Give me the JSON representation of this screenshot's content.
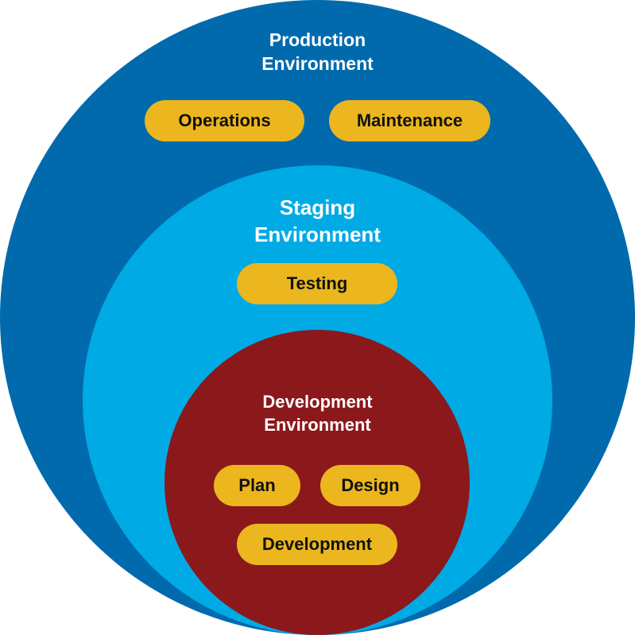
{
  "colors": {
    "production": "#006aad",
    "staging": "#00aae4",
    "development": "#8b181b",
    "pill": "#ebb61e",
    "title_text": "#ffffff",
    "pill_text": "#111111"
  },
  "production": {
    "title_line1": "Production",
    "title_line2": "Environment",
    "items": [
      {
        "label": "Operations"
      },
      {
        "label": "Maintenance"
      }
    ]
  },
  "staging": {
    "title_line1": "Staging",
    "title_line2": "Environment",
    "items": [
      {
        "label": "Testing"
      }
    ]
  },
  "development": {
    "title_line1": "Development",
    "title_line2": "Environment",
    "items": [
      {
        "label": "Plan"
      },
      {
        "label": "Design"
      },
      {
        "label": "Development"
      }
    ]
  }
}
